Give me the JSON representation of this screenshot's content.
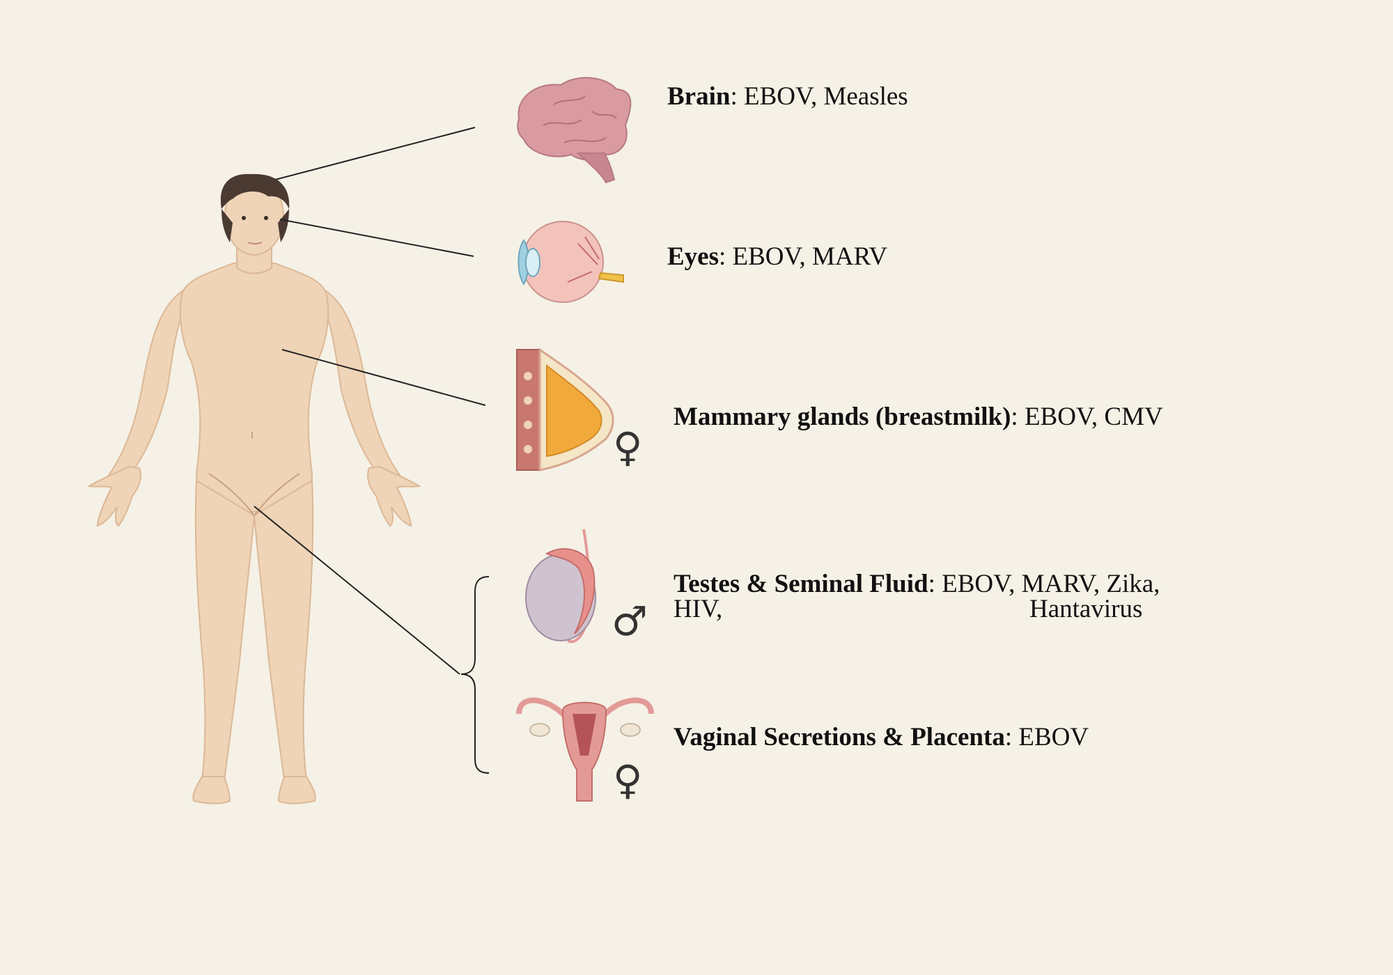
{
  "organs": [
    {
      "name": "Brain",
      "sep": ": ",
      "viruses": "EBOV, Measles"
    },
    {
      "name": "Eyes",
      "sep": ": ",
      "viruses": "EBOV, MARV"
    },
    {
      "name": "Mammary glands (breastmilk)",
      "sep": ": ",
      "viruses": "EBOV, CMV",
      "sex_symbol": "♀"
    },
    {
      "name": "Testes & Seminal Fluid",
      "sep": ": ",
      "viruses": "EBOV, MARV, Zika,",
      "viruses_line2a": "HIV,",
      "viruses_line2b": "Hantavirus",
      "sex_symbol": "♂"
    },
    {
      "name": "Vaginal Secretions & Placenta",
      "sep": ": ",
      "viruses": "EBOV",
      "sex_symbol": "♀"
    }
  ],
  "colors": {
    "background": "#f5f1e6",
    "skin": "#efd4b7",
    "skin_shadow": "#dcb896",
    "hair": "#4a3a32",
    "brain": "#d99aa0",
    "eye": "#f2c2bb",
    "breast_fat": "#f2a93b",
    "testis": "#cfc3cf",
    "uterus": "#e39a96",
    "line": "#222222"
  }
}
